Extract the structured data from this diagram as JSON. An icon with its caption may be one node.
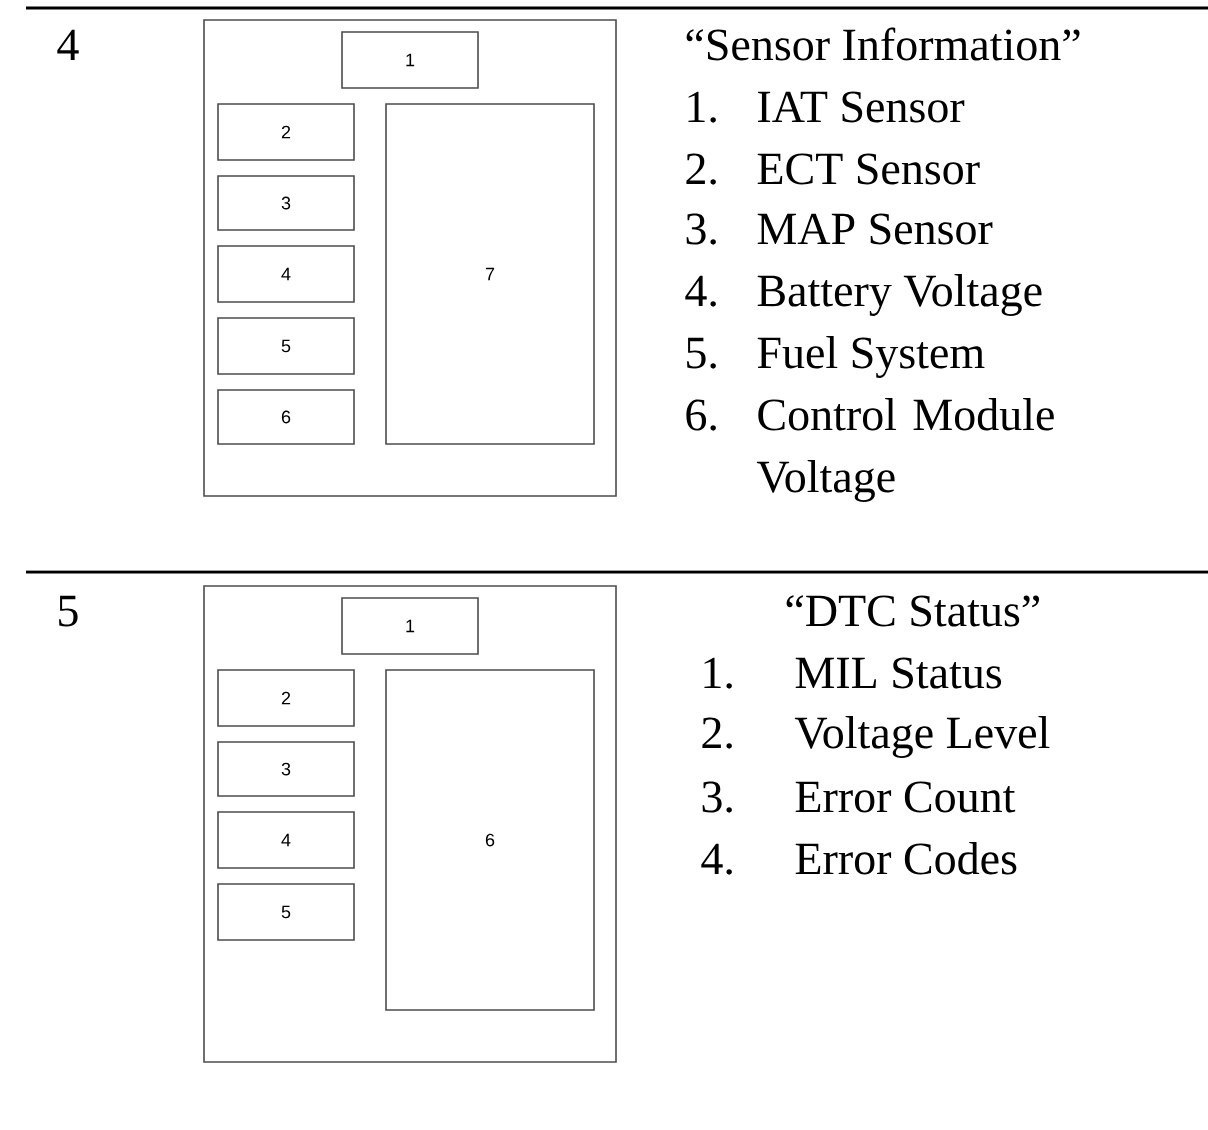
{
  "diagram": {
    "nodes": [
      {
        "text": [],
        "shape": "box"
      },
      {
        "text": [
          "1"
        ],
        "in": 0
      },
      {
        "text": [
          "2"
        ],
        "in": 0
      },
      {
        "text": [
          "3"
        ],
        "in": 0
      },
      {
        "text": [
          "4"
        ],
        "in": 0
      },
      {
        "text": [
          "5"
        ],
        "in": 0
      },
      {
        "text": [
          "6"
        ],
        "in": 0
      },
      {
        "text": [
          "7"
        ],
        "in": 0
      },
      {
        "text": [],
        "shape": "box"
      },
      {
        "text": [
          "1"
        ],
        "in": 8
      },
      {
        "text": [
          "2"
        ],
        "in": 8
      },
      {
        "text": [
          "3"
        ],
        "in": 8
      },
      {
        "text": [
          "4"
        ],
        "in": 8
      },
      {
        "text": [
          "5"
        ],
        "in": 8
      },
      {
        "text": [
          "6"
        ],
        "in": 8
      }
    ],
    "labels": [
      "4",
      "“Sensor Information”",
      "1.",
      "IAT Sensor",
      "2.",
      "ECT Sensor",
      "3.",
      "MAP Sensor",
      "4.",
      "Battery Voltage",
      "5.",
      "Fuel System",
      "6.",
      "Control Module Voltage",
      "5",
      "“DTC Status”",
      "1.",
      "MIL Status",
      "2.",
      "Voltage Level",
      "3.",
      "Error Count",
      "4.",
      "Error Codes"
    ]
  }
}
